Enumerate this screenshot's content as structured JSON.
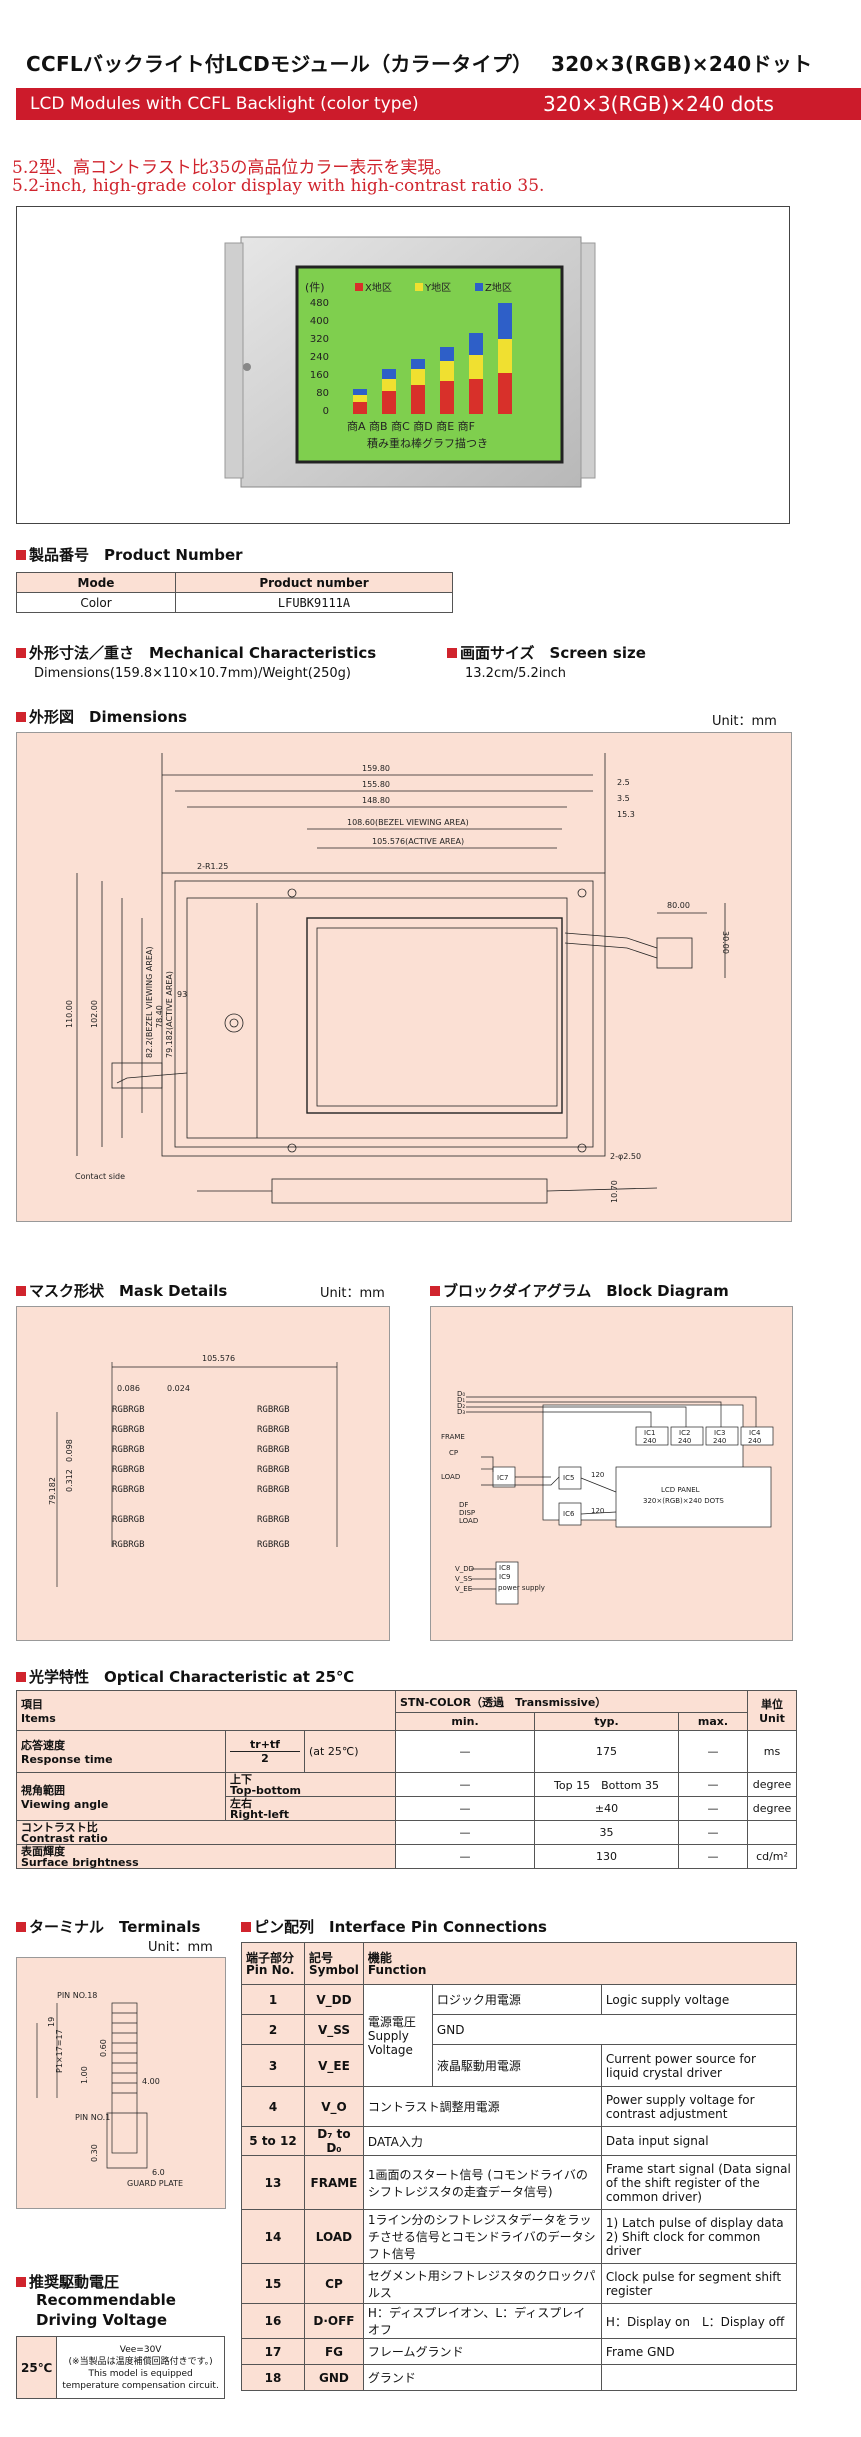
{
  "header": {
    "jp_title": "CCFLバックライト付LCDモジュール（カラータイプ）",
    "jp_spec": "320×3(RGB)×240ドット",
    "en_title": "LCD Modules with CCFL Backlight (color type)",
    "en_spec": "320×3(RGB)×240 dots"
  },
  "tagline": {
    "jp": "5.2型、高コントラスト比35の高品位カラー表示を実現。",
    "en": "5.2-inch, high-grade color display with high-contrast ratio 35."
  },
  "photo": {
    "unit_label": "(件)",
    "legend": [
      "X地区",
      "Y地区",
      "Z地区"
    ],
    "yticks": [
      "480",
      "400",
      "320",
      "240",
      "160",
      "80",
      "0"
    ],
    "categories": "商A 商B 商C 商D 商E 商F",
    "caption": "積み重ね棒グラフ描つき",
    "colors": {
      "screen": "#7fcf4e",
      "x": "#d8302a",
      "y": "#f0e030",
      "z": "#2e5fc8"
    }
  },
  "product_number": {
    "heading": "製品番号　Product Number",
    "col1": "Mode",
    "col2": "Product number",
    "mode": "Color",
    "number": "LFUBK9111A"
  },
  "mechanical": {
    "heading": "外形寸法／重さ　Mechanical Characteristics",
    "value": "Dimensions(159.8×110×10.7mm)/Weight(250g)"
  },
  "screen_size": {
    "heading": "画面サイズ　Screen size",
    "value": "13.2cm/5.2inch"
  },
  "dimensions": {
    "heading": "外形図　Dimensions",
    "unit": "Unit：mm",
    "labels": {
      "d1": "159.80",
      "d2": "155.80",
      "d3": "148.80",
      "d4": "108.60(BEZEL VIEWING AREA)",
      "d5": "105.576(ACTIVE AREA)",
      "d6": "2.5",
      "d7": "3.5",
      "d8": "15.3",
      "r": "2-R1.25",
      "d9": "80.00",
      "d10": "30.00",
      "d11": "110.00",
      "d12": "102.00",
      "d13": "82.2(BEZEL VIEWING AREA)",
      "d14": "79.182(ACTIVE AREA)",
      "d15": "78.40",
      "d16": "93",
      "d17": "2-φ2.50",
      "d18": "10.70",
      "contact": "Contact side"
    }
  },
  "mask": {
    "heading": "マスク形状　Mask Details",
    "unit": "Unit：mm",
    "w": "105.576",
    "p1": "0.086",
    "p2": "0.024",
    "h": "79.182",
    "v1": "0.098",
    "v2": "0.312",
    "cell": "RGBRGB"
  },
  "block": {
    "heading": "ブロックダイアグラム　Block Diagram",
    "data": [
      "D₀",
      "D₁",
      "D₂",
      "D₃"
    ],
    "signals": [
      "FRAME",
      "CP",
      "LOAD",
      "DF",
      "DISP",
      "LOAD"
    ],
    "ic": [
      "IC1",
      "IC2",
      "IC3",
      "IC4",
      "IC5",
      "IC6",
      "IC7",
      "IC8",
      "IC9"
    ],
    "n240": "240",
    "n120": "120",
    "panel": "LCD PANEL",
    "panel_dots": "320×(RGB)×240 DOTS",
    "power": [
      "V_DD",
      "V_SS",
      "V_EE"
    ],
    "power_supply": "power supply"
  },
  "optical": {
    "heading": "光学特性　Optical Characteristic at 25℃",
    "item_jp": "項目",
    "item_en": "Items",
    "mode": "STN-COLOR（透過　Transmissive）",
    "min": "min.",
    "typ": "typ.",
    "max": "max.",
    "unit_jp": "単位",
    "unit_en": "Unit",
    "rows": {
      "resp_jp": "応答速度",
      "resp_en": "Response time",
      "resp_formula_top": "tr+tf",
      "resp_formula_bot": "2",
      "resp_cond": "(at 25℃)",
      "resp_min": "—",
      "resp_typ": "175",
      "resp_max": "—",
      "resp_unit": "ms",
      "view_jp": "視角範囲",
      "view_en": "Viewing angle",
      "tb_jp": "上下",
      "tb_en": "Top-bottom",
      "tb_min": "—",
      "tb_typ": "Top 15　Bottom 35",
      "tb_max": "—",
      "tb_unit": "degree",
      "lr_jp": "左右",
      "lr_en": "Right-left",
      "lr_min": "—",
      "lr_typ": "±40",
      "lr_max": "—",
      "lr_unit": "degree",
      "cr_jp": "コントラスト比",
      "cr_en": "Contrast ratio",
      "cr_min": "—",
      "cr_typ": "35",
      "cr_max": "—",
      "cr_unit": "",
      "sb_jp": "表面輝度",
      "sb_en": "Surface brightness",
      "sb_min": "—",
      "sb_typ": "130",
      "sb_max": "—",
      "sb_unit": "cd/m²"
    }
  },
  "terminals": {
    "heading": "ターミナル　Terminals",
    "unit": "Unit：mm",
    "pin18": "PIN NO.18",
    "pin1": "PIN NO.1",
    "p1": "P1×17=17",
    "d19": "19",
    "d060": "0.60",
    "d100": "1.00",
    "d400": "4.00",
    "d030": "0.30",
    "d60": "6.0",
    "guard": "GUARD PLATE"
  },
  "drive": {
    "heading1": "推奨駆動電圧",
    "heading2": "Recommendable",
    "heading3": "Driving Voltage",
    "temp": "25℃",
    "v": "Vee=30V",
    "note_jp": "(※当製品は温度補償回路付きです。)",
    "note_en1": "This model is equipped",
    "note_en2": "temperature compensation circuit."
  },
  "pins": {
    "heading": "ピン配列　Interface Pin Connections",
    "h_pin_jp": "端子部分",
    "h_pin_en": "Pin No.",
    "h_sym_jp": "記号",
    "h_sym_en": "Symbol",
    "h_fun_jp": "機能",
    "h_fun_en": "Function",
    "supply_jp": "電源電圧",
    "supply_en1": "Supply",
    "supply_en2": "Voltage",
    "rows": [
      {
        "no": "1",
        "sym": "V_DD",
        "jp": "ロジック用電源",
        "en": "Logic supply voltage"
      },
      {
        "no": "2",
        "sym": "V_SS",
        "jp": "GND",
        "en": ""
      },
      {
        "no": "3",
        "sym": "V_EE",
        "jp": "液晶駆動用電源",
        "en": "Current power source for liquid crystal driver"
      },
      {
        "no": "4",
        "sym": "V_O",
        "jp": "コントラスト調整用電源",
        "en": "Power supply voltage for contrast adjustment"
      },
      {
        "no": "5 to 12",
        "sym": "D₇ to D₀",
        "jp": "DATA入力",
        "en": "Data input signal"
      },
      {
        "no": "13",
        "sym": "FRAME",
        "jp": "1画面のスタート信号 (コモンドライバのシフトレジスタの走査データ信号)",
        "en": "Frame start signal (Data signal of the shift register of the common driver)"
      },
      {
        "no": "14",
        "sym": "LOAD",
        "jp": "1ライン分のシフトレジスタデータをラッチさせる信号とコモンドライバのデータシフト信号",
        "en": "1) Latch pulse of display data 2) Shift clock for common driver"
      },
      {
        "no": "15",
        "sym": "CP",
        "jp": "セグメント用シフトレジスタのクロックパルス",
        "en": "Clock pulse for segment shift register"
      },
      {
        "no": "16",
        "sym": "D·OFF",
        "jp": "H：ディスプレイオン、L：ディスプレイオフ",
        "en": "H：Display on　L：Display off"
      },
      {
        "no": "17",
        "sym": "FG",
        "jp": "フレームグランド",
        "en": "Frame GND"
      },
      {
        "no": "18",
        "sym": "GND",
        "jp": "グランド",
        "en": ""
      }
    ]
  }
}
